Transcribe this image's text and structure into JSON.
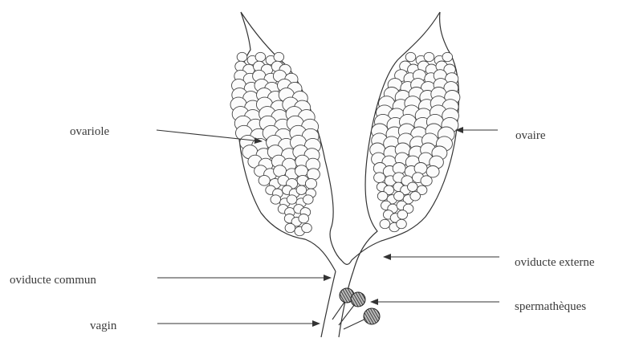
{
  "labels": {
    "ovariole": "ovariole",
    "ovaire": "ovaire",
    "oviducte_externe": "oviducte externe",
    "oviducte_commun": "oviducte commun",
    "spermatheques": "spermathèques",
    "vagin": "vagin"
  },
  "colors": {
    "ink": "#333333",
    "text": "#3a3a3a",
    "background": "#ffffff"
  }
}
